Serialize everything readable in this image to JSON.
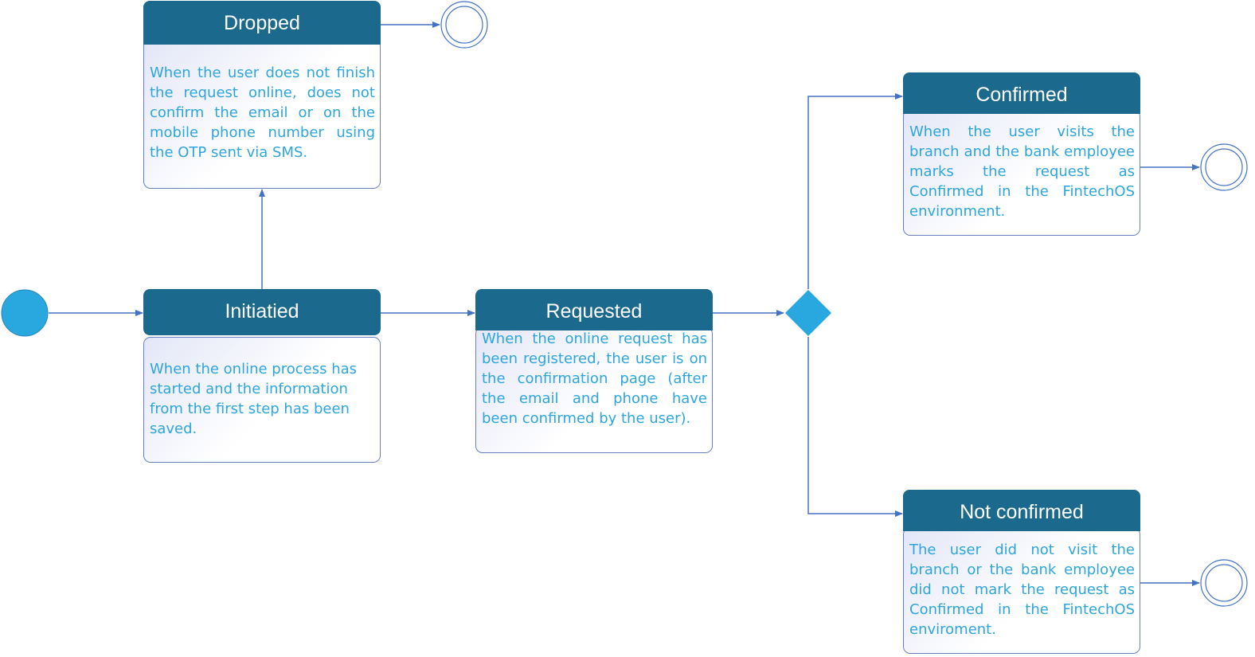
{
  "states": {
    "dropped": {
      "title": "Dropped",
      "description": "When the user does not finish the request online, does not confirm the email or on the mobile phone number using the OTP sent via SMS."
    },
    "initiated": {
      "title": "Initiatied",
      "description": "When the online process has started and the information from the first step has been saved."
    },
    "requested": {
      "title": "Requested",
      "description": "When the online request has been registered, the user is on the confirmation page (after the email and phone have been confirmed by the user)."
    },
    "confirmed": {
      "title": "Confirmed",
      "description": "When the user visits the branch and the bank employee marks the request as Confirmed in the FintechOS environment."
    },
    "not_confirmed": {
      "title": "Not confirmed",
      "description": "The user did not visit the branch or the bank employee did not mark the request as Confirmed in the FintechOS enviroment."
    }
  },
  "colors": {
    "header": "#1b6a8e",
    "header_text": "#ffffff",
    "description_text": "#2ea6dc",
    "connector": "#4472c4",
    "initial_node": "#29a8e0",
    "decision_node": "#29a8e0",
    "box_border": "#6a7fc1"
  }
}
